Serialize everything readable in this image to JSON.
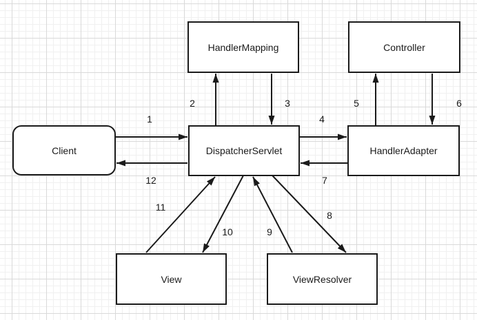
{
  "canvas": {
    "background_color": "#ffffff",
    "grid_minor_color": "#f0f0f0",
    "grid_major_color": "#d9d9d9",
    "stroke_color": "#1a1a1a",
    "node_fill_color": "#ffffff",
    "text_color": "#1a1a1a"
  },
  "nodes": [
    {
      "id": "client",
      "label": "Client",
      "shape": "rounded-rectangle"
    },
    {
      "id": "handler-mapping",
      "label": "HandlerMapping",
      "shape": "rectangle"
    },
    {
      "id": "controller",
      "label": "Controller",
      "shape": "rectangle"
    },
    {
      "id": "dispatcher-servlet",
      "label": "DispatcherServlet",
      "shape": "rectangle"
    },
    {
      "id": "handler-adapter",
      "label": "HandlerAdapter",
      "shape": "rectangle"
    },
    {
      "id": "view",
      "label": "View",
      "shape": "rectangle"
    },
    {
      "id": "view-resolver",
      "label": "ViewResolver",
      "shape": "rectangle"
    }
  ],
  "edges": [
    {
      "label": "1",
      "from": "client",
      "to": "dispatcher-servlet"
    },
    {
      "label": "2",
      "from": "dispatcher-servlet",
      "to": "handler-mapping"
    },
    {
      "label": "3",
      "from": "handler-mapping",
      "to": "dispatcher-servlet"
    },
    {
      "label": "4",
      "from": "dispatcher-servlet",
      "to": "handler-adapter"
    },
    {
      "label": "5",
      "from": "handler-adapter",
      "to": "controller"
    },
    {
      "label": "6",
      "from": "controller",
      "to": "handler-adapter"
    },
    {
      "label": "7",
      "from": "handler-adapter",
      "to": "dispatcher-servlet"
    },
    {
      "label": "8",
      "from": "dispatcher-servlet",
      "to": "view-resolver"
    },
    {
      "label": "9",
      "from": "view-resolver",
      "to": "dispatcher-servlet"
    },
    {
      "label": "10",
      "from": "dispatcher-servlet",
      "to": "view"
    },
    {
      "label": "11",
      "from": "view",
      "to": "dispatcher-servlet"
    },
    {
      "label": "12",
      "from": "dispatcher-servlet",
      "to": "client"
    }
  ]
}
